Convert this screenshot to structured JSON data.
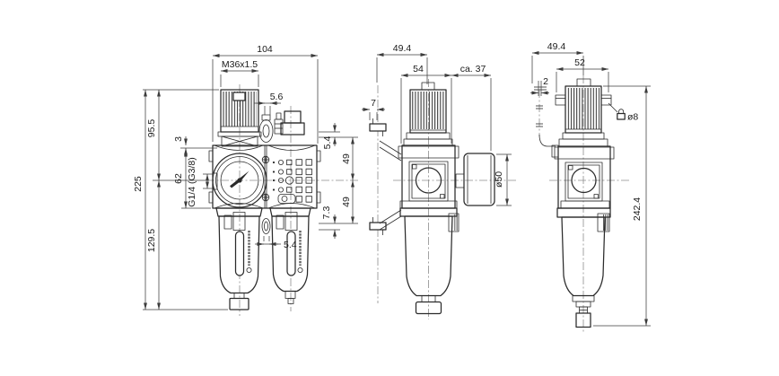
{
  "colors": {
    "line": "#2b2b2b",
    "dimension": "#3c3c3c",
    "centerline": "#8d8d8d",
    "background": "#ffffff"
  },
  "front_view": {
    "overall_width": "104",
    "knob_thread": "M36x1.5",
    "clamp_offset": "5.6",
    "height_above_axis": "95.5",
    "top_clearance": "3",
    "body_height": "62",
    "port_thread": "G1/4 (G3/8)",
    "overall_height": "225",
    "height_below_axis": "129.5",
    "port_offset_top": "5.4",
    "axis_spacing_top": "49",
    "axis_spacing_bottom": "49",
    "port_offset_bottom": "7.3",
    "bowl_gap": "5.4"
  },
  "side_view": {
    "depth_to_axis": "49.4",
    "body_depth": "54",
    "gauge_projection": "ca. 37",
    "bracket_width": "7",
    "gauge_diameter": "ø50"
  },
  "end_view": {
    "depth_to_axis": "49.4",
    "body_width": "52",
    "plate_thickness": "2",
    "lock_hole": "ø8",
    "overall_height": "242.4"
  }
}
